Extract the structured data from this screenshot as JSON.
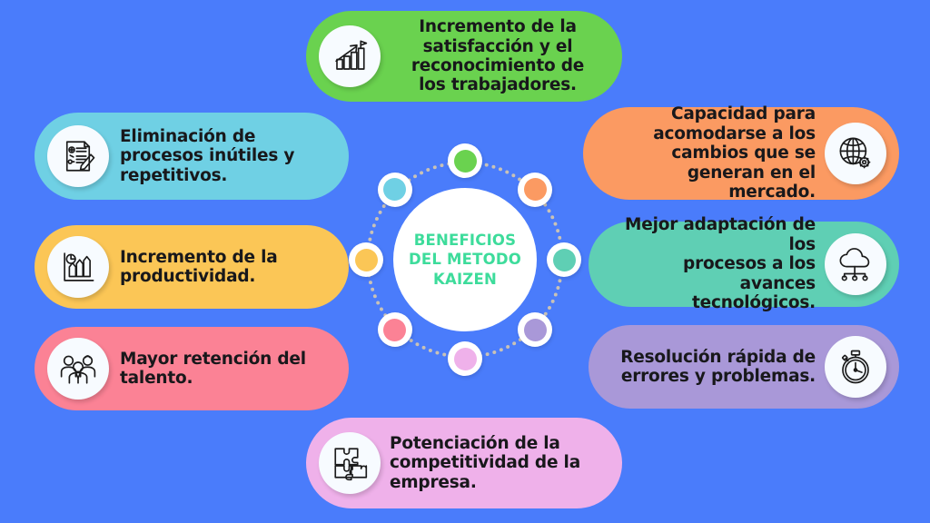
{
  "background_color": "#4a7cfb",
  "hub": {
    "title": "BENEFICIOS\nDEL METODO\nKAIZEN",
    "title_color": "#3ddc9b",
    "circle_color": "#ffffff",
    "ring_color": "#c9c2b6",
    "nodes": [
      {
        "name": "node-top",
        "color": "#6ad24f",
        "angle": -90
      },
      {
        "name": "node-top-right",
        "color": "#fb9a62",
        "angle": -45
      },
      {
        "name": "node-right",
        "color": "#5fcfb4",
        "angle": 0
      },
      {
        "name": "node-bottom-right",
        "color": "#a998d8",
        "angle": 45
      },
      {
        "name": "node-bottom",
        "color": "#efb1ea",
        "angle": 90
      },
      {
        "name": "node-bottom-left",
        "color": "#fb8295",
        "angle": 135
      },
      {
        "name": "node-left",
        "color": "#fbc656",
        "angle": 180
      },
      {
        "name": "node-top-left",
        "color": "#6fd0e4",
        "angle": -135
      }
    ]
  },
  "benefits": {
    "top": {
      "text": "Incremento de la\nsatisfacción y el\nreconocimiento de\nlos trabajadores.",
      "color": "#6ad24f",
      "icon": "growth-chart-flag-icon"
    },
    "left_1": {
      "text": "Eliminación de\nprocesos inútiles y\nrepetitivos.",
      "color": "#6fd0e4",
      "icon": "document-edit-icon"
    },
    "left_2": {
      "text": "Incremento de la\nproductividad.",
      "color": "#fbc656",
      "icon": "productivity-arrows-icon"
    },
    "left_3": {
      "text": "Mayor retención del\ntalento.",
      "color": "#fb8295",
      "icon": "team-people-icon"
    },
    "right_1": {
      "text": "Capacidad para\nacomodarse a los\ncambios que se\ngeneran en el mercado.",
      "color": "#fb9a62",
      "icon": "globe-gear-icon"
    },
    "right_2": {
      "text": "Mejor adaptación de los\nprocesos a los avances\ntecnológicos.",
      "color": "#5fcfb4",
      "icon": "cloud-network-icon"
    },
    "right_3": {
      "text": "Resolución rápida de\nerrores y problemas.",
      "color": "#a998d8",
      "icon": "stopwatch-icon"
    },
    "bottom": {
      "text": "Potenciación de la\ncompetitividad de la\nempresa.",
      "color": "#efb1ea",
      "icon": "puzzle-pieces-icon"
    }
  }
}
